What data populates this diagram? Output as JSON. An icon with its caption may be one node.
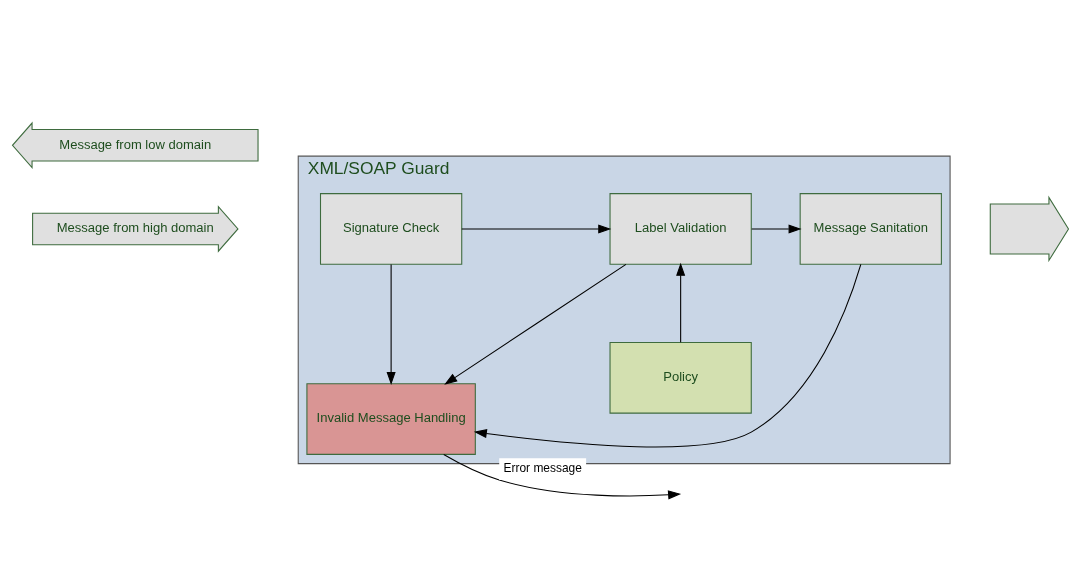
{
  "diagram": {
    "nodes": [
      {
        "text": [
          "XML/SOAP Guard"
        ]
      },
      {
        "text": [
          "Message from high domain"
        ]
      },
      {
        "text": [
          "Policy"
        ],
        "in": 0
      },
      {
        "text": [
          "Signature Check"
        ],
        "in": 0
      },
      {
        "text": [
          "Label Validation"
        ],
        "in": 0
      },
      {
        "text": [
          "Message Sanitation"
        ],
        "in": 0
      },
      {
        "text": [
          "Invalid Message Handling"
        ],
        "in": 0
      },
      {
        "text": [],
        "shape": "arrow"
      },
      {
        "text": [
          "Message from low domain"
        ]
      }
    ],
    "edges": [
      {
        "from": 2,
        "to": 4,
        "arrow": "to"
      },
      {
        "from": 3,
        "to": 4,
        "arrow": "to"
      },
      {
        "from": 4,
        "to": 5,
        "arrow": "to"
      },
      {
        "from": 3,
        "to": 6,
        "arrow": "to"
      },
      {
        "from": 4,
        "to": 6,
        "arrow": "to"
      },
      {
        "from": 5,
        "to": 6,
        "arrow": "to"
      },
      {
        "from": 6,
        "to": null,
        "arrow": "to",
        "label": "Error message"
      }
    ]
  }
}
